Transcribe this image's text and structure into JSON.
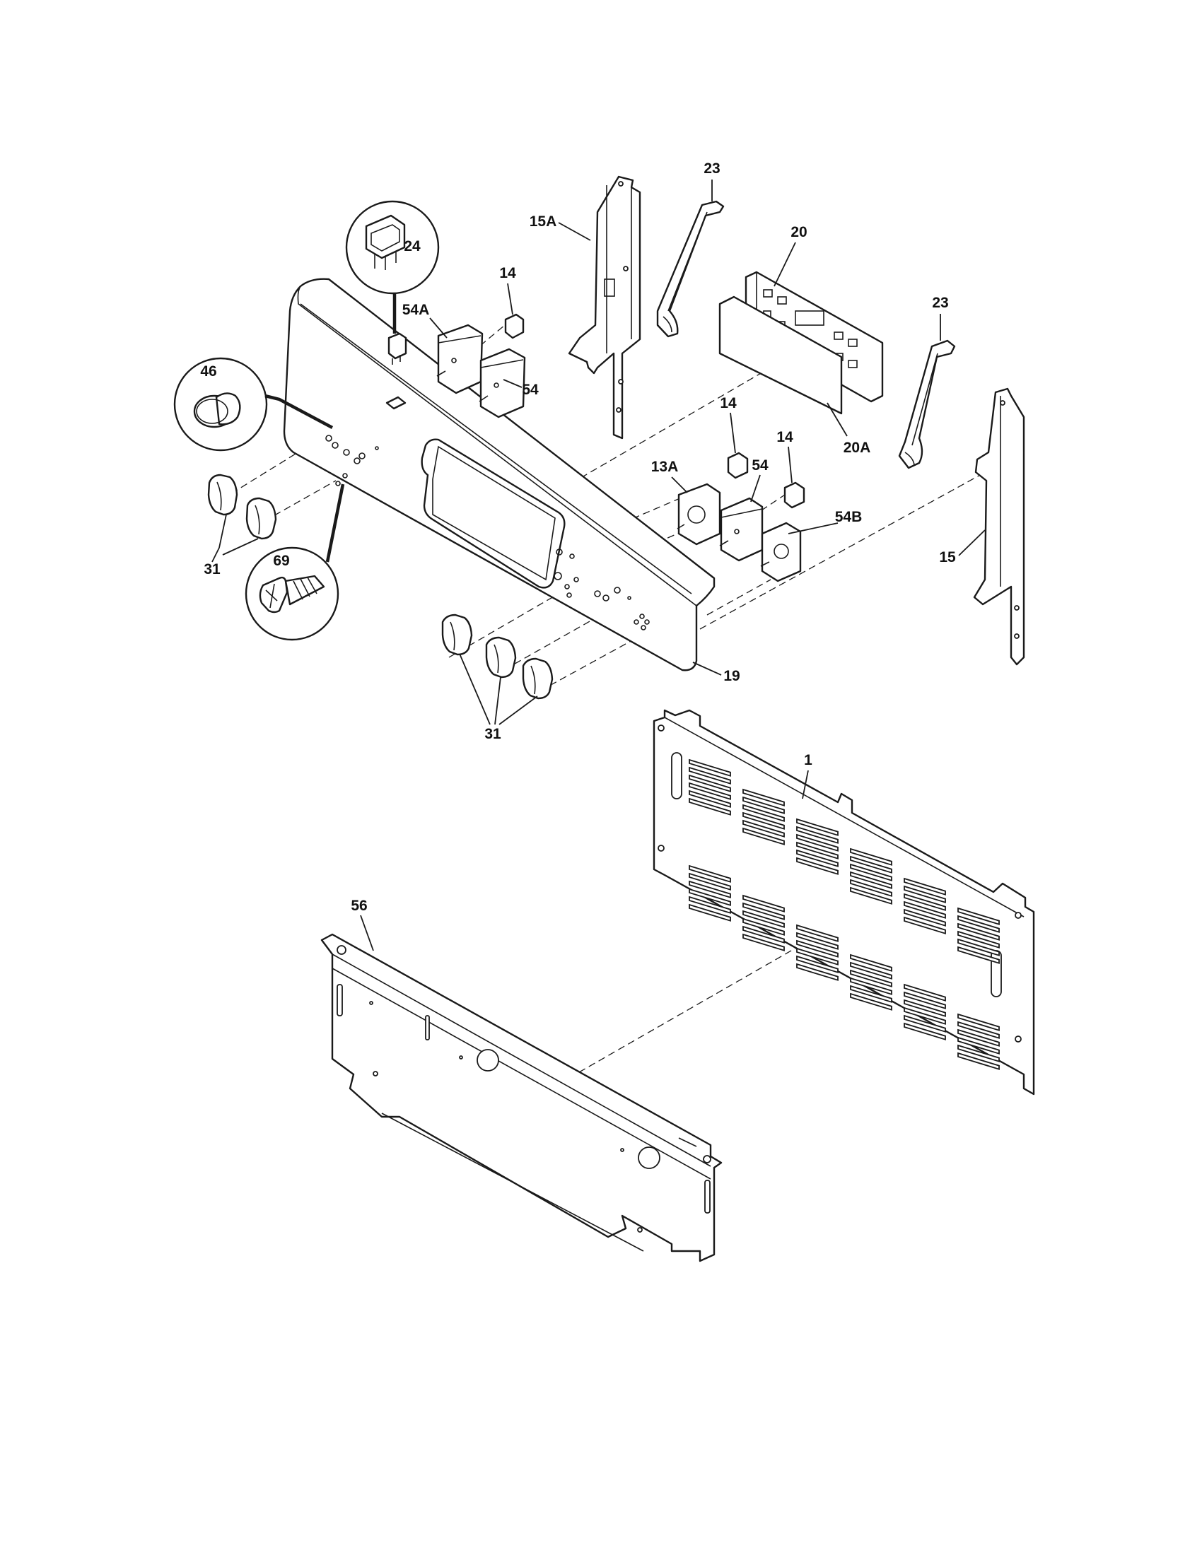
{
  "diagram": {
    "callouts": [
      {
        "id": "c23a",
        "text": "23"
      },
      {
        "id": "c15a",
        "text": "15A"
      },
      {
        "id": "c20",
        "text": "20"
      },
      {
        "id": "c23b",
        "text": "23"
      },
      {
        "id": "c24",
        "text": "24"
      },
      {
        "id": "c14a",
        "text": "14"
      },
      {
        "id": "c54a",
        "text": "54A"
      },
      {
        "id": "c46",
        "text": "46"
      },
      {
        "id": "c54a2",
        "text": "54"
      },
      {
        "id": "c14b",
        "text": "14"
      },
      {
        "id": "c20a",
        "text": "20A"
      },
      {
        "id": "c14c",
        "text": "14"
      },
      {
        "id": "c13a",
        "text": "13A"
      },
      {
        "id": "c54b",
        "text": "54"
      },
      {
        "id": "c54bb",
        "text": "54B"
      },
      {
        "id": "c15",
        "text": "15"
      },
      {
        "id": "c31a",
        "text": "31"
      },
      {
        "id": "c69",
        "text": "69"
      },
      {
        "id": "c19",
        "text": "19"
      },
      {
        "id": "c31b",
        "text": "31"
      },
      {
        "id": "c1",
        "text": "1"
      },
      {
        "id": "c56",
        "text": "56"
      }
    ]
  }
}
